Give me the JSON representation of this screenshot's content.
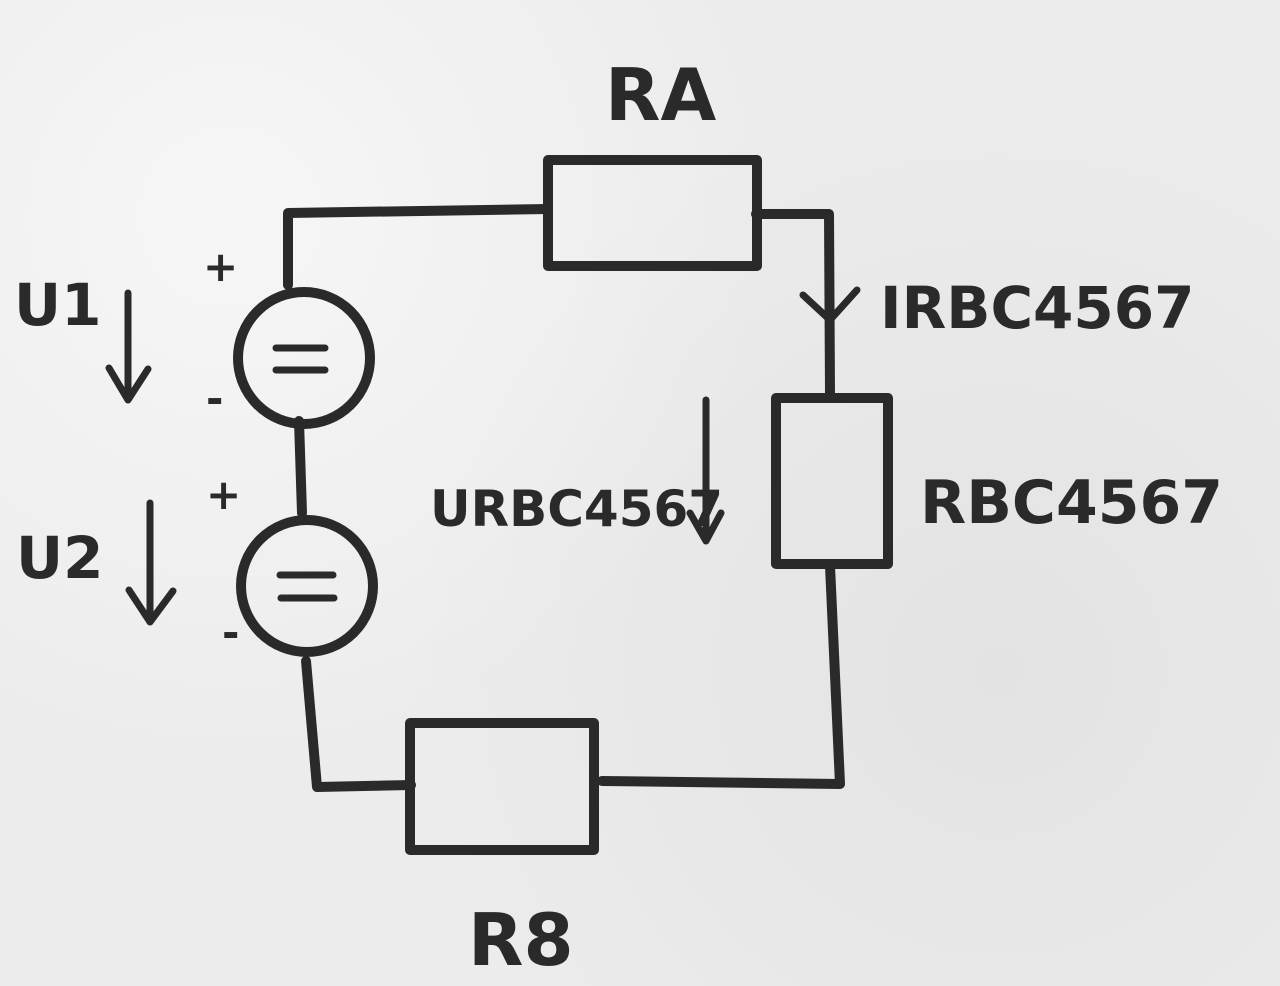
{
  "components": {
    "resistor_top": "RA",
    "resistor_right": "RBC4567",
    "resistor_bottom": "R8"
  },
  "sources": {
    "u1": {
      "name": "U1",
      "plus": "+",
      "minus": "-"
    },
    "u2": {
      "name": "U2",
      "plus": "+",
      "minus": "-"
    }
  },
  "measurements": {
    "current": "IRBC4567",
    "voltage": "URBC4567"
  }
}
